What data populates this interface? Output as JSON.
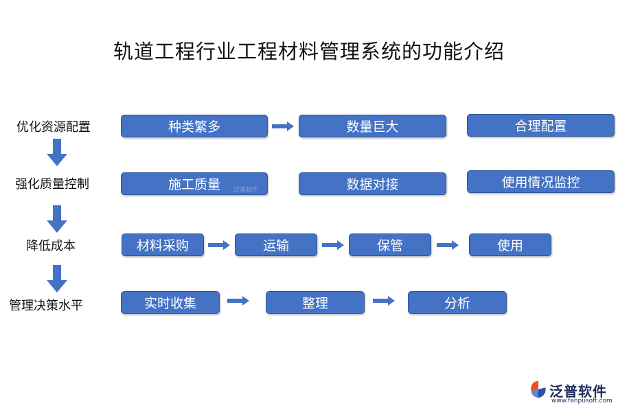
{
  "title": "轨道工程行业工程材料管理系统的功能介绍",
  "rows": [
    {
      "label": "优化资源配置",
      "boxes": [
        "种类繁多",
        "数量巨大",
        "合理配置"
      ]
    },
    {
      "label": "强化质量控制",
      "boxes": [
        "施工质量",
        "数据对接",
        "使用情况监控"
      ]
    },
    {
      "label": "降低成本",
      "boxes": [
        "材料采购",
        "运输",
        "保管",
        "使用"
      ]
    },
    {
      "label": "管理决策水平",
      "boxes": [
        "实时收集",
        "整理",
        "分析"
      ]
    }
  ],
  "watermark": "泛普软件",
  "logo": {
    "name": "泛普软件",
    "url": "www.fanpusoft.com",
    "colors": [
      "#e8541e",
      "#2a4fa8"
    ]
  },
  "colors": {
    "box_fill": "#4472c4",
    "box_border": "#2f5597",
    "arrow": "#4472c4"
  }
}
